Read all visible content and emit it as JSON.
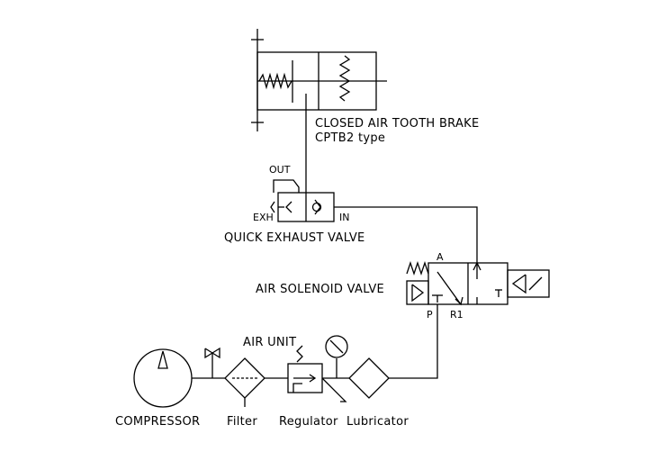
{
  "brake": {
    "title_line1": "CLOSED AIR TOOTH BRAKE",
    "title_line2": "CPTB2 type"
  },
  "quick_exhaust": {
    "title": "QUICK EXHAUST VALVE",
    "out_label": "OUT",
    "exh_label": "EXH",
    "in_label": "IN"
  },
  "solenoid": {
    "title": "AIR SOLENOID VALVE",
    "port_a": "A",
    "port_p": "P",
    "port_r1": "R1"
  },
  "air_unit": {
    "title": "AIR UNIT",
    "filter_label": "Filter",
    "regulator_label": "Regulator",
    "lubricator_label": "Lubricator"
  },
  "compressor": {
    "label": "COMPRESSOR"
  }
}
